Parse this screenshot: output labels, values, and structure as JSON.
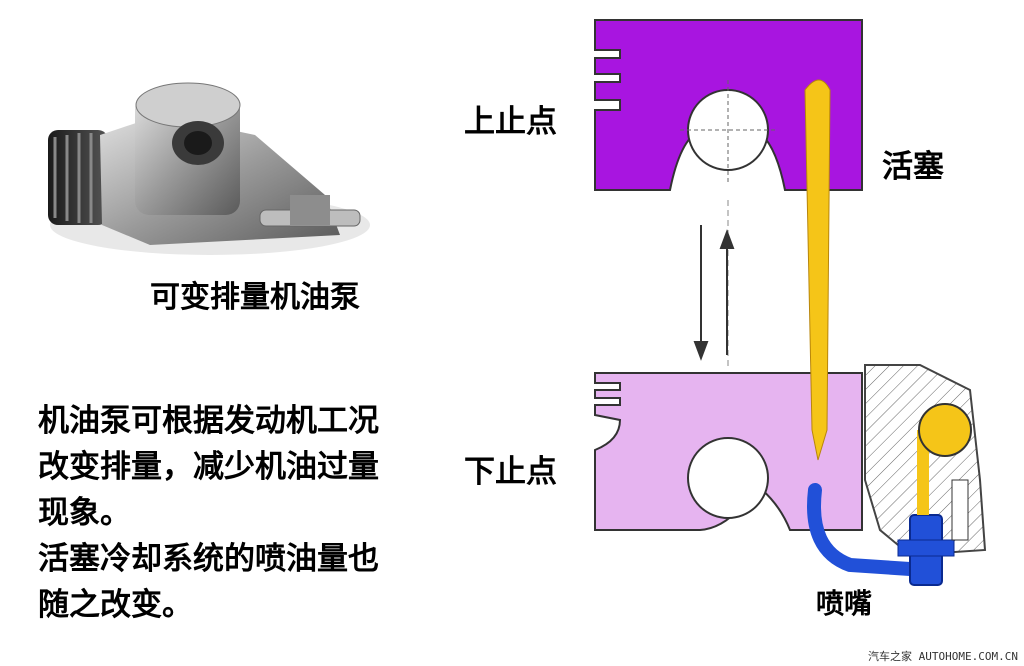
{
  "labels": {
    "pump_caption": "可变排量机油泵",
    "tdc": "上止点",
    "bdc": "下止点",
    "piston": "活塞",
    "nozzle": "喷嘴"
  },
  "description": [
    "机油泵可根据发动机工况",
    "改变排量，减少机油过量",
    "现象。",
    "活塞冷却系统的喷油量也",
    "随之改变。"
  ],
  "watermark": "汽车之家 AUTOHOME.COM.CN",
  "colors": {
    "piston_top": "#a815e0",
    "piston_bottom": "#e6b4f0",
    "oil_jet": "#f5c518",
    "nozzle": "#2150d8",
    "pump_metal": "#9a9a9a"
  }
}
